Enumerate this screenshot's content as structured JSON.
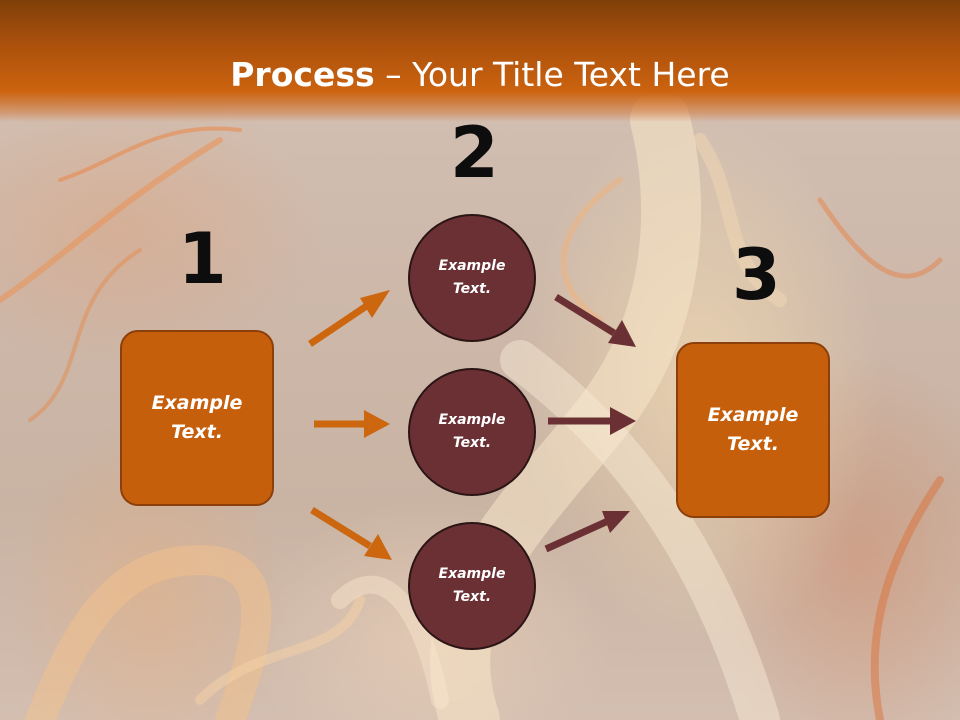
{
  "title": {
    "bold": "Process",
    "rest": " – Your Title Text Here"
  },
  "numbers": [
    "1",
    "2",
    "3"
  ],
  "step1": {
    "text": "Example\nText."
  },
  "step3": {
    "text": "Example\nText."
  },
  "circles": [
    {
      "text": "Example\nText."
    },
    {
      "text": "Example\nText."
    },
    {
      "text": "Example\nText."
    }
  ],
  "colors": {
    "title_bar": "#cc630f",
    "box_fill": "#c65f0b",
    "circle_fill": "#6b3034",
    "arrow_orange": "#cc660f",
    "arrow_maroon": "#6b3034"
  }
}
